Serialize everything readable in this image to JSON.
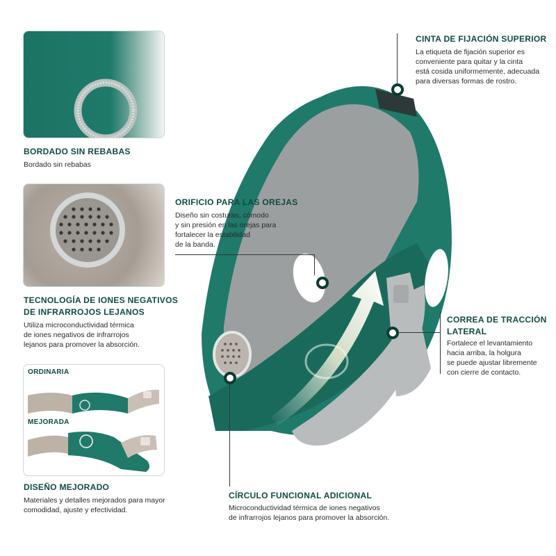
{
  "colors": {
    "teal": "#1f7a6a",
    "teal_dark": "#155e52",
    "gray_inner": "#9c9fa0",
    "heading": "#0f4a42"
  },
  "left": {
    "embroidery": {
      "title": "BORDADO SIN REBABAS",
      "desc": "Bordado sin rebabas"
    },
    "infrared": {
      "title_line1": "TECNOLOGÍA DE IONES NEGATIVOS",
      "title_line2": "DE INFRARROJOS LEJANOS",
      "desc_line1": "Utiliza microconductividad térmica",
      "desc_line2": "de iones negativos de infrarrojos",
      "desc_line3": "lejanos para promover la absorción."
    },
    "improved": {
      "label_ordinary": "ORDINARIA",
      "label_improved": "MEJORADA",
      "title": "DISEÑO MEJORADO",
      "desc_line1": "Materiales y detalles mejorados para mayor",
      "desc_line2": "comodidad, ajuste y efectividad."
    }
  },
  "right": {
    "top_strap": {
      "title": "CINTA DE FIJACIÓN SUPERIOR",
      "desc_line1": "La etiqueta de fijación superior es",
      "desc_line2": "conveniente para quitar y la cinta",
      "desc_line3": "está cosida uniformemente, adecuada",
      "desc_line4": "para diversas formas de rostro."
    },
    "ear_hole": {
      "title": "ORIFICIO PARA LAS OREJAS",
      "desc_line1": "Diseño sin costuras, cómodo",
      "desc_line2": "y sin presión en las orejas para",
      "desc_line3": "fortalecer la estabilidad",
      "desc_line4": "de la banda."
    },
    "side_strap": {
      "title_line1": "CORREA DE TRACCIÓN",
      "title_line2": "LATERAL",
      "desc_line1": "Fortalece el levantamiento",
      "desc_line2": "hacia arriba, la holgura",
      "desc_line3": "se puede ajustar libremente",
      "desc_line4": "con cierre de contacto."
    },
    "functional_circle": {
      "title": "CÍRCULO FUNCIONAL ADICIONAL",
      "desc_line1": "Microconductividad térmica de iones negativos",
      "desc_line2": "de infrarrojos lejanos para promover la absorción."
    }
  }
}
